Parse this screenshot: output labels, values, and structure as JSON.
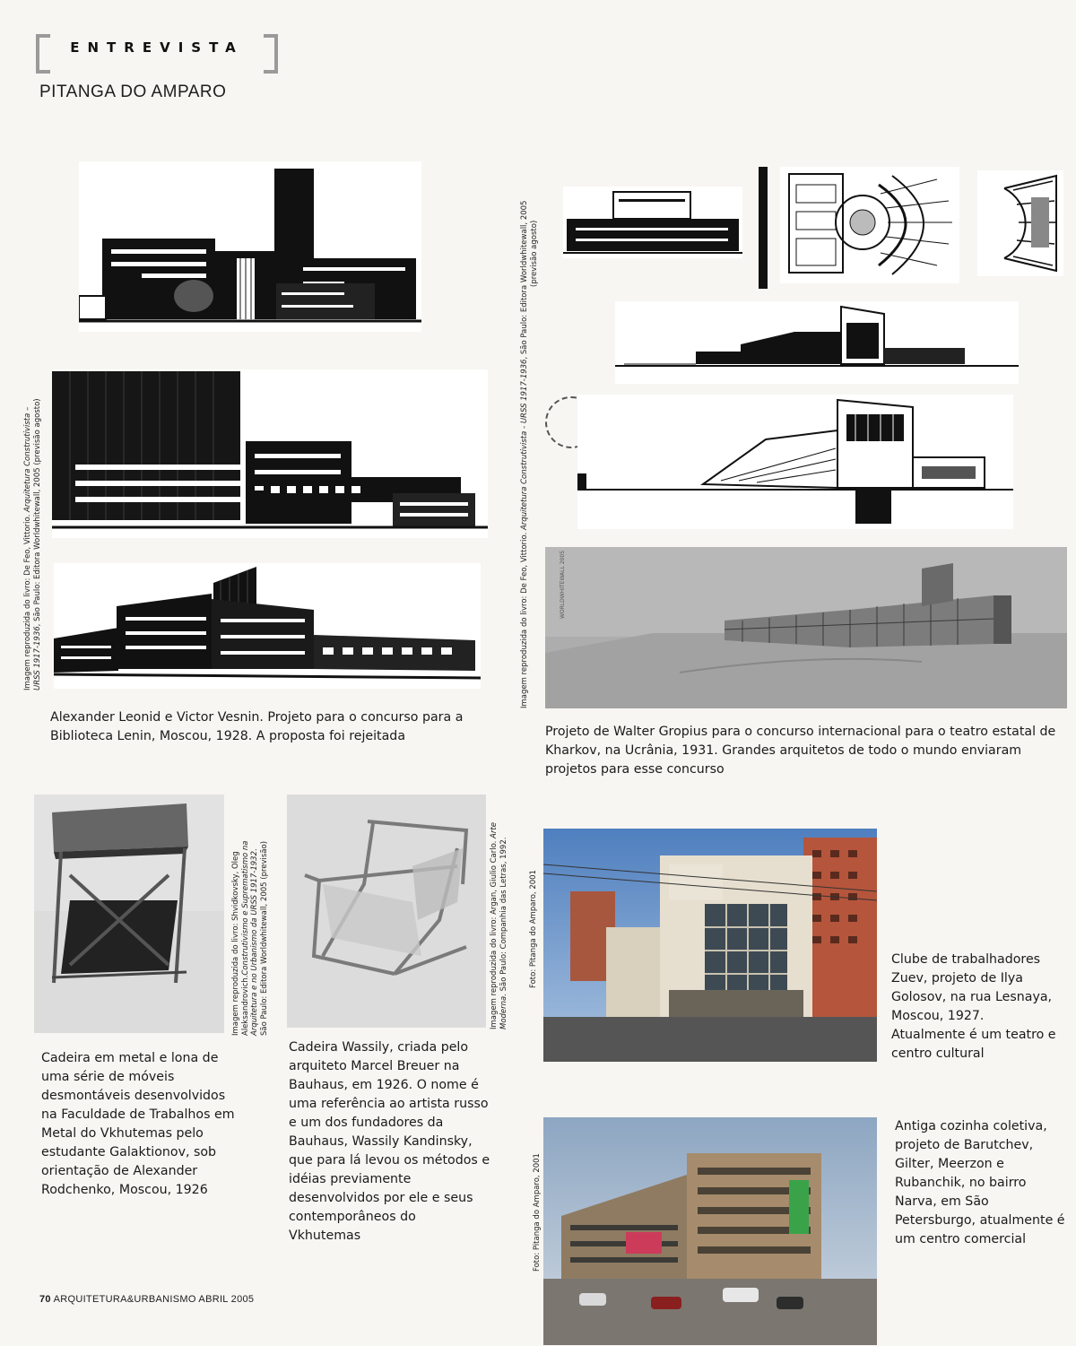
{
  "header": {
    "section_label": "ENTREVISTA",
    "subtitle": "PITANGA DO AMPARO"
  },
  "figures": {
    "lenin_library": {
      "credit_line1": "Imagem reproduzida do livro: De Feo, Vittorio. ",
      "credit_title": "Arquitetura Construtivista –",
      "credit_line2_italic": "URSS 1917-1936",
      "credit_line2": ", São Paulo: Editora Worldwhitewall, 2005 (previsão agosto)",
      "caption": "Alexander Leonid e Victor Vesnin. Projeto para o concurso para a Biblioteca Lenin, Moscou, 1928. A proposta foi rejeitada"
    },
    "gropius_theatre": {
      "credit_line1": "Imagem reproduzida do livro: De Feo, Vittorio. ",
      "credit_title": "Arquitetura Construtivista - URSS 1917-1936",
      "credit_line2": ", São Paulo: Editora Worldwhitewall, 2005",
      "credit_line3": "(previsão agosto)",
      "watermark": "WORLDWHITEWALL 2005",
      "caption": "Projeto de Walter Gropius para o concurso internacional para o teatro estatal de Kharkov, na Ucrânia, 1931. Grandes arquitetos de todo o mundo enviaram projetos para esse concurso"
    },
    "vkhutemas_chair": {
      "credit_line1": "Imagem reproduzida do livro: Shvidkovsky, Oleg",
      "credit_line2a": "Aleksandrovich.",
      "credit_line2_italic": "Construtivismo e Suprematismo na",
      "credit_line3_italic": "Arquitetura e no Urbanismo da URSS 1917-1932",
      "credit_line3b": ".",
      "credit_line4": "São Paulo: Editora Worldwhitewall, 2005 (previsão)",
      "caption": "Cadeira em metal e lona de uma série de móveis desmontáveis desenvolvidos na Faculdade de Trabalhos em Metal do Vkhutemas pelo estudante Galaktionov, sob orientação de Alexander Rodchenko, Moscou, 1926"
    },
    "wassily_chair": {
      "credit_line1": "Imagem reproduzida do livro: Argan, Giulio Carlo. ",
      "credit_line1_italic": "Arte",
      "credit_line2_italic": "Moderna",
      "credit_line2": ". São Paulo: Companhia das Letras, 1992.",
      "caption": "Cadeira Wassily, criada pelo arquiteto Marcel Breuer na Bauhaus, em 1926. O nome é uma referência ao artista russo e um dos fundadores da Bauhaus, Wassily Kandinsky, que para lá levou os métodos e idéias previamente desenvolvidos por ele e seus contemporâneos do Vkhutemas"
    },
    "zuev_club": {
      "credit": "Foto: Pitanga do Amparo, 2001",
      "caption": "Clube de trabalhadores Zuev, projeto de Ilya Golosov, na rua Lesnaya, Moscou, 1927. Atualmente é um teatro e centro cultural"
    },
    "narva_kitchen": {
      "credit": "Foto: Pitanga do Amparo, 2001",
      "caption": "Antiga cozinha coletiva, projeto de Barutchev, Gilter, Meerzon e Rubanchik, no bairro Narva, em São Petersburgo, atualmente é um centro comercial"
    }
  },
  "footer": {
    "page_number": "70",
    "publication": " ARQUITETURA&URBANISMO ABRIL 2005"
  }
}
